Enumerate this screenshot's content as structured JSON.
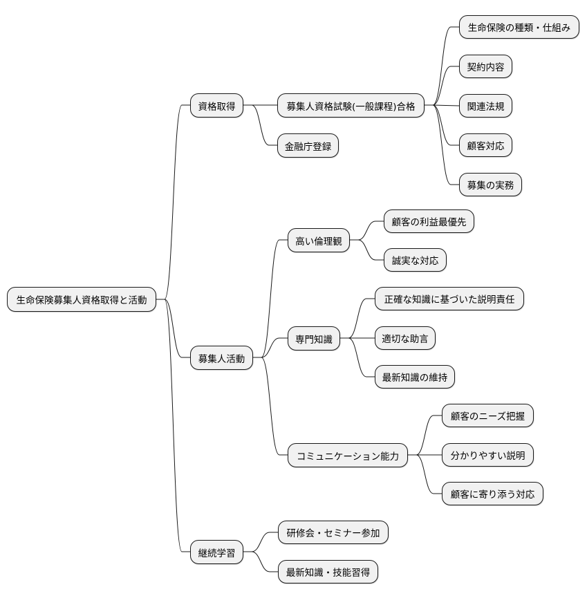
{
  "mindmap": {
    "root": {
      "label": "生命保険募集人資格取得と活動"
    },
    "branches": [
      {
        "label": "資格取得",
        "children": [
          {
            "label": "募集人資格試験(一般課程)合格",
            "children": [
              {
                "label": "生命保険の種類・仕組み"
              },
              {
                "label": "契約内容"
              },
              {
                "label": "関連法規"
              },
              {
                "label": "顧客対応"
              },
              {
                "label": "募集の実務"
              }
            ]
          },
          {
            "label": "金融庁登録"
          }
        ]
      },
      {
        "label": "募集人活動",
        "children": [
          {
            "label": "高い倫理観",
            "children": [
              {
                "label": "顧客の利益最優先"
              },
              {
                "label": "誠実な対応"
              }
            ]
          },
          {
            "label": "専門知識",
            "children": [
              {
                "label": "正確な知識に基づいた説明責任"
              },
              {
                "label": "適切な助言"
              },
              {
                "label": "最新知識の維持"
              }
            ]
          },
          {
            "label": "コミュニケーション能力",
            "children": [
              {
                "label": "顧客のニーズ把握"
              },
              {
                "label": "分かりやすい説明"
              },
              {
                "label": "顧客に寄り添う対応"
              }
            ]
          }
        ]
      },
      {
        "label": "継続学習",
        "children": [
          {
            "label": "研修会・セミナー参加"
          },
          {
            "label": "最新知識・技能習得"
          }
        ]
      }
    ]
  },
  "colors": {
    "background": "#ffffff",
    "node_fill": "#f1f1f1",
    "node_border": "#181818",
    "connector": "#181818"
  }
}
